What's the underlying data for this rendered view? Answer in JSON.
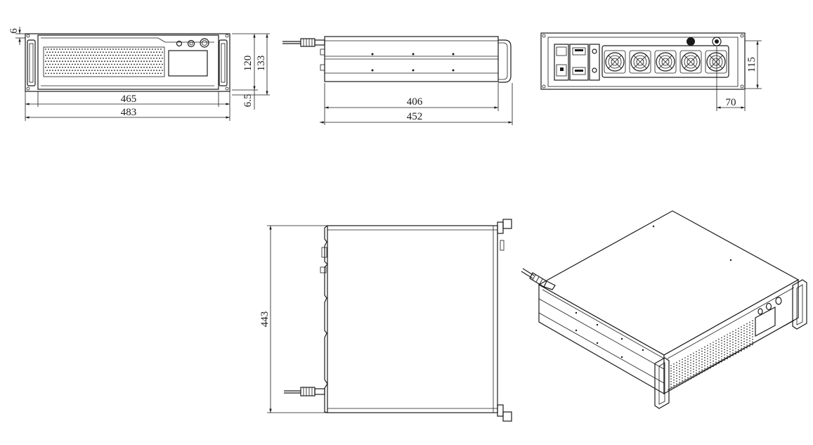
{
  "dimensions": {
    "front_thickness": "6",
    "front_height": "120",
    "front_total_height": "133",
    "front_width": "465",
    "front_total_width": "483",
    "front_bottom": "6.5",
    "side_depth": "406",
    "side_total_depth": "452",
    "rear_height": "115",
    "rear_offset": "70",
    "top_depth": "443"
  }
}
